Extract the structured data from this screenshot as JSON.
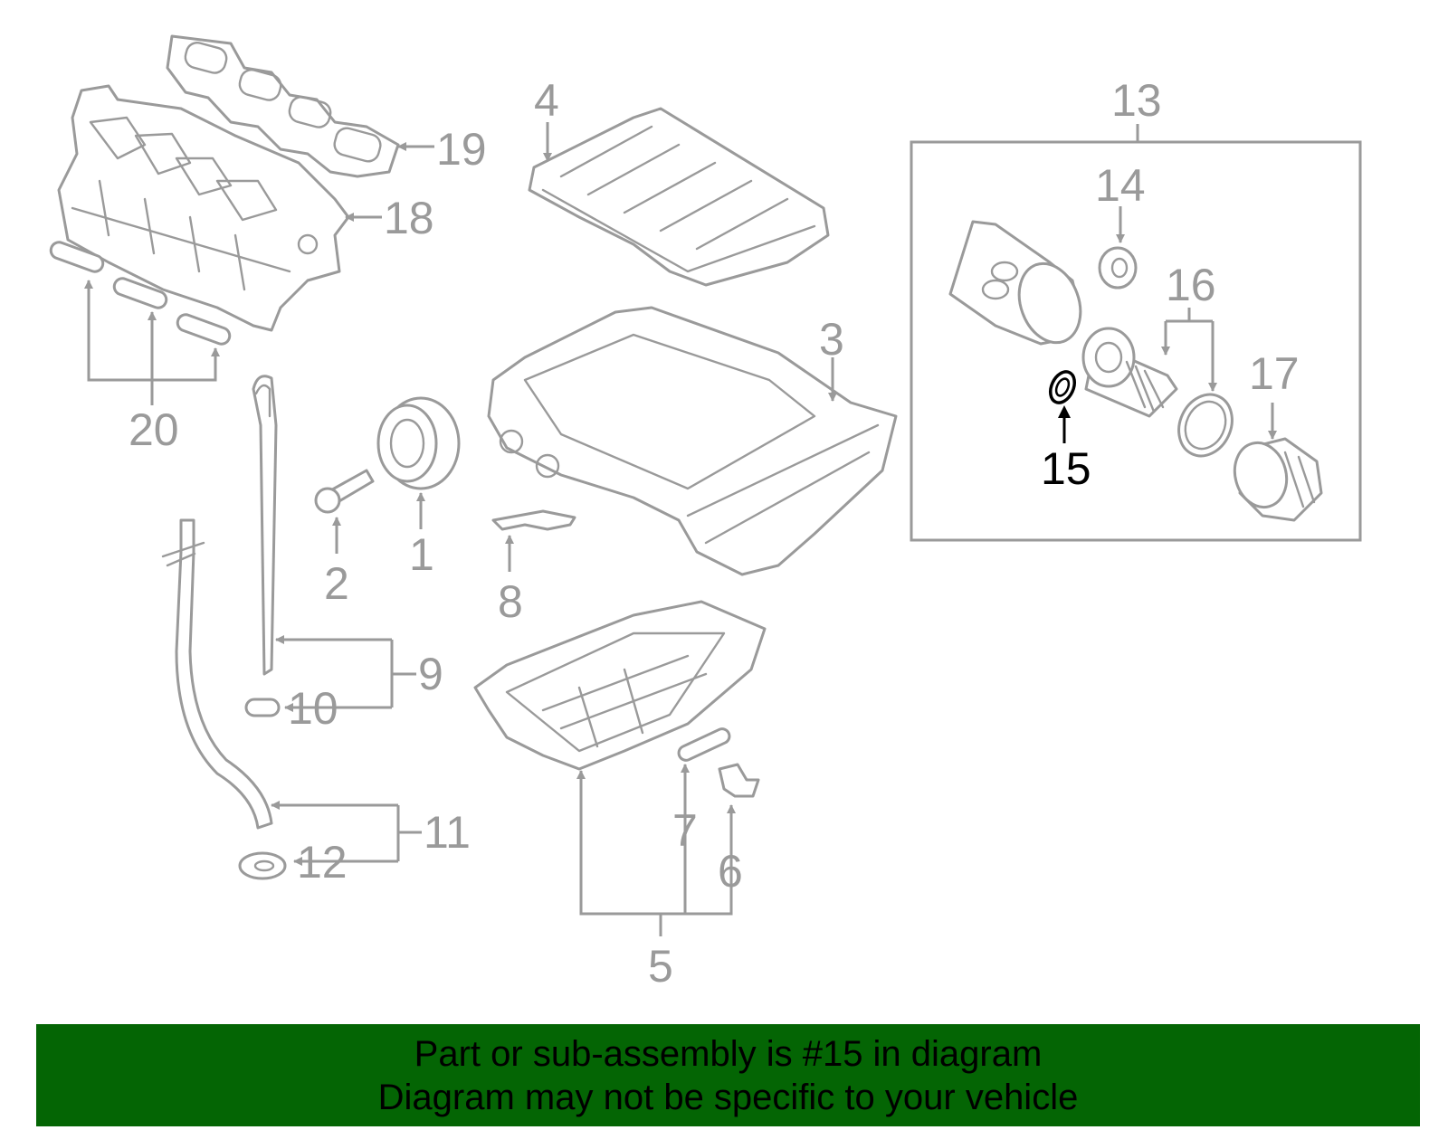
{
  "callouts": {
    "c1": "1",
    "c2": "2",
    "c3": "3",
    "c4": "4",
    "c5": "5",
    "c6": "6",
    "c7": "7",
    "c8": "8",
    "c9": "9",
    "c10": "10",
    "c11": "11",
    "c12": "12",
    "c13": "13",
    "c14": "14",
    "c15": "15",
    "c16": "16",
    "c17": "17",
    "c18": "18",
    "c19": "19",
    "c20": "20"
  },
  "highlighted_part": "15",
  "caption": {
    "line1": "Part or sub-assembly is #15 in diagram",
    "line2": "Diagram may not be specific to your vehicle"
  },
  "colors": {
    "line_art": "#9a9a9a",
    "highlight": "#000000",
    "banner": "#046504"
  }
}
